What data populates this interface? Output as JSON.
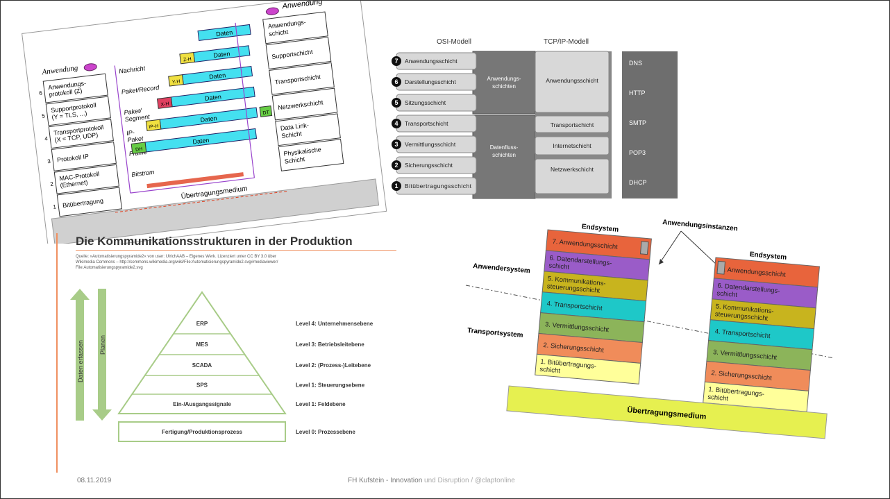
{
  "footer": {
    "date": "08.11.2019",
    "center": "FH Kufstein - Innovation",
    "center_faded": " und Disruption / @claptonline"
  },
  "tl": {
    "left_title": "Anwendung",
    "right_title": "Anwendung",
    "left_layers": [
      {
        "n": "6",
        "text": "Anwendungs-\nprotokoll (Z)"
      },
      {
        "n": "5",
        "text": "Supportprotokoll\n(Y = TLS, ...)"
      },
      {
        "n": "4",
        "text": "Transportprotokoll\n(X = TCP, UDP)"
      },
      {
        "n": "3",
        "text": "Protokoll IP"
      },
      {
        "n": "2",
        "text": "MAC-Protokoll\n(Ethernet)"
      },
      {
        "n": "1",
        "text": "Bitübertragung"
      }
    ],
    "right_layers": [
      "Anwendungs-\nschicht",
      "Supportschicht",
      "Transportschicht",
      "Netzwerkschicht",
      "Data Link-\nSchicht",
      "Physikalische\nSchicht"
    ],
    "mid_labels": [
      "Nachricht",
      "Paket/Record",
      "Paket/\nSegment",
      "IP-\nPaket",
      "Frame",
      "Bitstrom"
    ],
    "headers": [
      "Z-H",
      "Y-H",
      "X-H",
      "IP-H",
      "DH",
      "DT"
    ],
    "daten": "Daten",
    "medium": "Übertragungsmedium"
  },
  "osi": {
    "osi_title": "OSI-Modell",
    "tcp_title": "TCP/IP-Modell",
    "layers": [
      {
        "n": "7",
        "text": "Anwendungsschicht"
      },
      {
        "n": "6",
        "text": "Darstellungsschicht"
      },
      {
        "n": "5",
        "text": "Sitzungsschicht"
      },
      {
        "n": "4",
        "text": "Transportschicht"
      },
      {
        "n": "3",
        "text": "Vermittlungsschicht"
      },
      {
        "n": "2",
        "text": "Sicherungsschicht"
      },
      {
        "n": "1",
        "text": "Bitübertragungsschicht"
      }
    ],
    "group_upper": "Anwendungs-\nschichten",
    "group_lower": "Datenfluss-\nschichten",
    "tcp_layers": [
      "Anwendungsschicht",
      "Transportschicht",
      "Internetschicht",
      "Netzwerkschicht"
    ],
    "protocols": [
      "DNS",
      "HTTP",
      "SMTP",
      "POP3",
      "DHCP"
    ]
  },
  "pyramid": {
    "title": "Die Kommunikationsstrukturen in der Produktion",
    "source": "Quelle: »Automatisierungspyramide2« von user: UlrichAAB – Eigenes Werk. Lizenziert unter CC BY 3.0 über\nWikimedia Commons – http://commons.wikimedia.org/wiki/File:Automatisierungspyramide2.svg#mediaviewer/\nFile:Automatisierungspyramide2.svg",
    "arrow_up": "Daten erfassen",
    "arrow_down": "Planen",
    "levels": [
      {
        "name": "ERP",
        "label": "Level 4: Unternehmensebene"
      },
      {
        "name": "MES",
        "label": "Level 3: Betriebsleitebene"
      },
      {
        "name": "SCADA",
        "label": "Level 2: (Prozess-)Leitebene"
      },
      {
        "name": "SPS",
        "label": "Level 1: Steuerungsebene"
      },
      {
        "name": "Ein-/Ausgangssignale",
        "label": "Level 1: Feldebene"
      },
      {
        "name": "Fertigung/Produktionsprozess",
        "label": "Level 0: Prozessebene"
      }
    ]
  },
  "endsys": {
    "instances": "Anwendungsinstanzen",
    "endsystem": "Endsystem",
    "anwendersystem": "Anwendersystem",
    "transportsystem": "Transportsystem",
    "medium": "Übertragungsmedium",
    "layers": [
      {
        "text": "7. Anwendungsschicht",
        "color": "#e8643c"
      },
      {
        "text": "6. Datendarstellungs-\nschicht",
        "color": "#9a5cc8"
      },
      {
        "text": "5. Kommunikations-\nsteuerungsschicht",
        "color": "#c8b41e"
      },
      {
        "text": "4. Transportschicht",
        "color": "#1ec8c8"
      },
      {
        "text": "3. Vermittlungsschicht",
        "color": "#8cb45a"
      },
      {
        "text": "2. Sicherungsschicht",
        "color": "#f08c5a"
      },
      {
        "text": "1. Bitübertragungs-\nschicht",
        "color": "#ffff9a"
      }
    ],
    "medium_color": "#e6f050"
  }
}
